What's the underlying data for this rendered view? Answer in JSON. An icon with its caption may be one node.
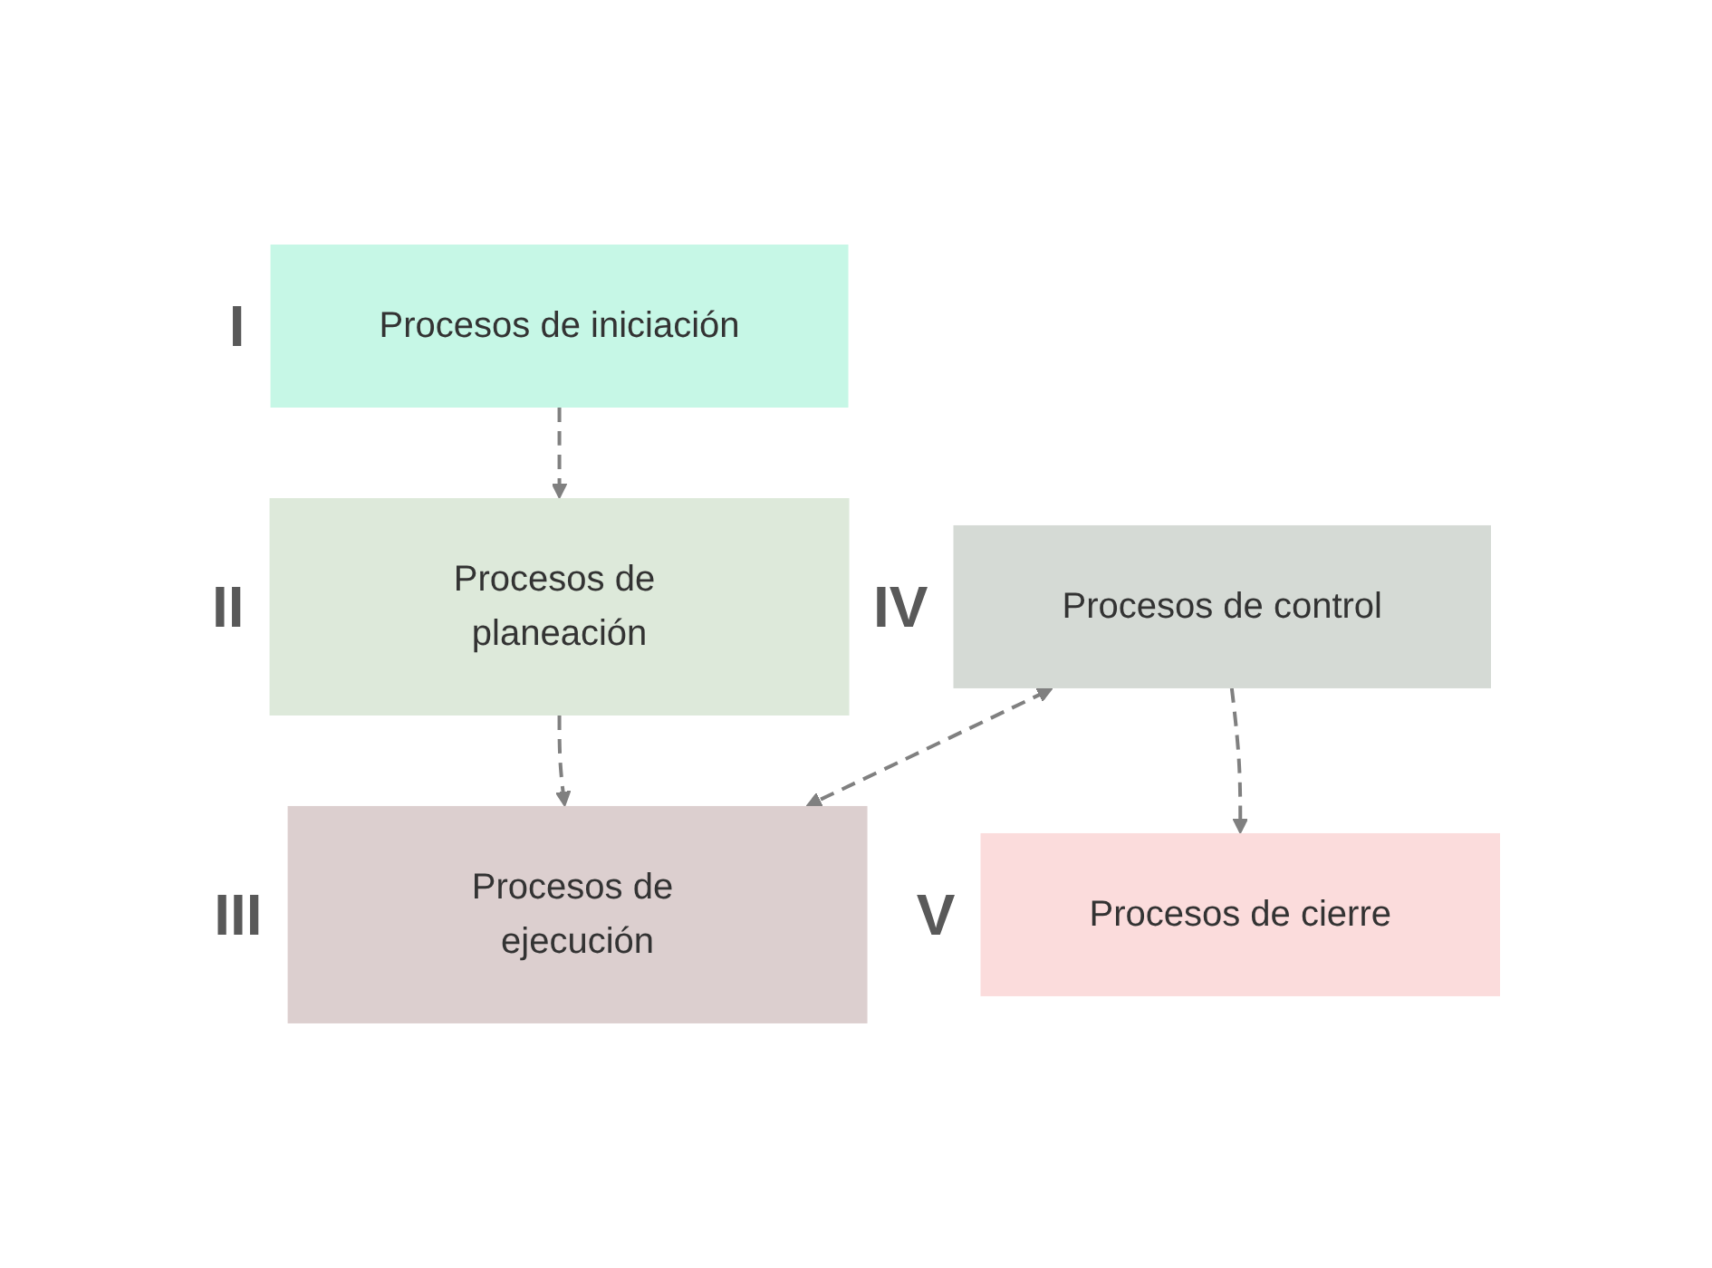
{
  "diagram": {
    "nodes": [
      {
        "text": [
          "Procesos de iniciación"
        ],
        "beside": [
          "I"
        ]
      },
      {
        "text": [
          "Procesos de planeación"
        ],
        "beside": [
          "II"
        ]
      },
      {
        "text": [
          "Procesos de control"
        ],
        "beside": [
          "IV"
        ]
      },
      {
        "text": [
          "Procesos de ejecución"
        ],
        "beside": [
          "III"
        ]
      },
      {
        "text": [
          "Procesos de cierre"
        ],
        "beside": [
          "V"
        ]
      }
    ],
    "edges": [
      {
        "from": 0,
        "to": 1,
        "arrow": "to",
        "style": "dashed"
      },
      {
        "from": 1,
        "to": 3,
        "arrow": "to",
        "style": "dashed"
      },
      {
        "from": 2,
        "to": 3,
        "arrow": "both",
        "style": "dashed"
      },
      {
        "from": 2,
        "to": 4,
        "arrow": "to",
        "style": "dashed"
      }
    ]
  }
}
